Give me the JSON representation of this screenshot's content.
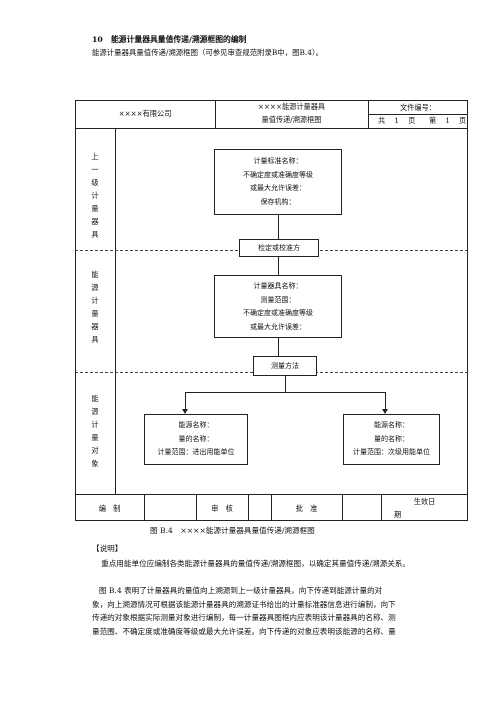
{
  "heading": {
    "number": "10",
    "title": "能源计量器具量值传递/溯源框图的编制",
    "subtitle": "能源计量器具量值传递/溯源框图（可参见审查规范附录B中，图B.4）。"
  },
  "form": {
    "company": "××××有限公司",
    "diagram_title_line1": "××××能源计量器具",
    "diagram_title_line2": "量值传递/溯源框图",
    "file_number_label": "文件编号：",
    "pages": {
      "total_label": "共",
      "total": "1",
      "page_unit1": "页",
      "page_label": "第",
      "page": "1",
      "page_unit2": "页"
    },
    "sections": {
      "upper": [
        "上",
        "一",
        "级",
        "计",
        "量",
        "器",
        "具"
      ],
      "meter": [
        "能",
        "源",
        "计",
        "量",
        "器",
        "具"
      ],
      "object": [
        "能",
        "源",
        "计",
        "量",
        "对",
        "象"
      ]
    },
    "standard_box": [
      "计量标准名称：",
      "不确定度或准确度等级",
      "或最大允许误差：",
      "保存机构："
    ],
    "verification_label": "检定或校准方",
    "meter_box": [
      "计量器具名称：",
      "测量范围：",
      "不确定度或准确度等级",
      "或最大允许误差："
    ],
    "method_label": "测量方法",
    "object_left": [
      "能源名称：",
      "量的名称：",
      "计量范围：进出用能单位"
    ],
    "object_right": [
      "能源名称：",
      "量的名称：",
      "计量范围：次级用能单位"
    ],
    "footer": {
      "prepared": "编　制",
      "reviewed": "审　核",
      "approved": "批　准",
      "effective_line1": "生效日",
      "effective_line2": "期"
    }
  },
  "caption": "图 B.4　××××能源计量器具量值传递/溯源框图",
  "notes": {
    "heading": "【说明】",
    "p1": "重点用能单位应编制各类能源计量器具的量值传递/溯源框图，以确定其量值传递/溯源关系。",
    "p2_lines": [
      "图 B.4 表明了计量器具的量值向上溯源到上一级计量器具，向下传递到能源计量的对",
      "象，向上溯源情况可根据该能源计量器具的溯源证书给出的计量标准器信息进行编制，向下",
      "传递的对象根据实际测量对象进行编制，每一计量器具图框内应表明该计量器具的名称、测",
      "量范围、不确定度或准确度等级或最大允许误差。向下传递的对象应表明该能源的名称、量"
    ]
  }
}
